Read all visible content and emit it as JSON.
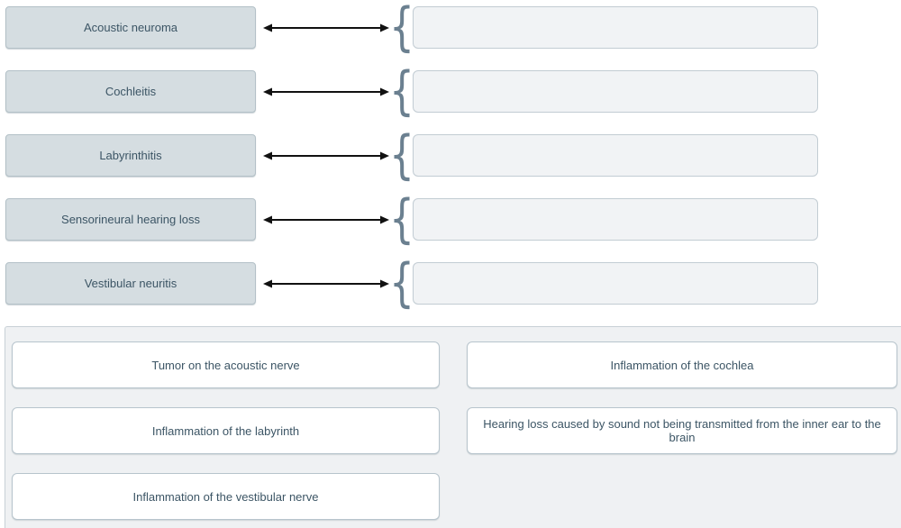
{
  "matching": {
    "brace_glyph": "{",
    "rows": [
      {
        "term": "Acoustic neuroma"
      },
      {
        "term": "Cochleitis"
      },
      {
        "term": "Labyrinthitis"
      },
      {
        "term": "Sensorineural hearing loss"
      },
      {
        "term": "Vestibular neuritis"
      }
    ]
  },
  "answer_bank": {
    "options": [
      "Tumor on the acoustic nerve",
      "Inflammation of the cochlea",
      "Inflammation of the labyrinth",
      "Hearing loss caused by sound not being transmitted from the inner ear to the brain",
      "Inflammation of the vestibular nerve"
    ]
  },
  "colors": {
    "term_bg": "#d5dde1",
    "term_border": "#b3c0c7",
    "dropzone_bg": "#f1f3f5",
    "dropzone_border": "#c2ccd3",
    "bank_bg": "#eff1f3",
    "bank_border": "#c8d0d6",
    "card_border": "#b7c4cc",
    "text": "#3c5565",
    "arrow": "#111111",
    "brace": "#6b8090"
  }
}
